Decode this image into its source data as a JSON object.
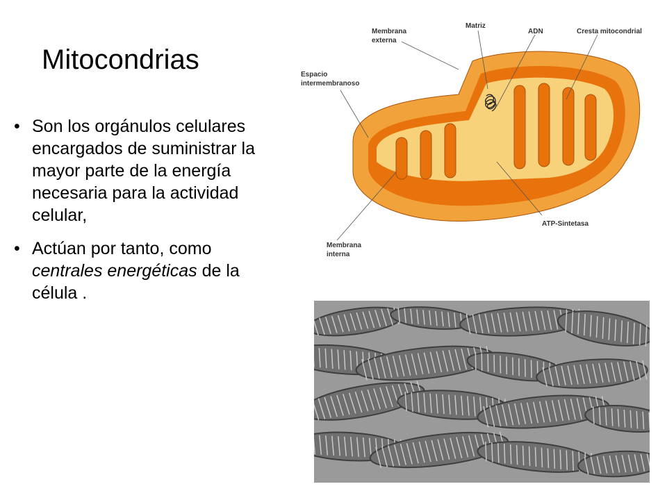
{
  "slide": {
    "title": "Mitocondrias",
    "bullets": [
      {
        "marker": "•",
        "text": "Son los orgánulos celulares encargados de suministrar la mayor parte de la energía necesaria para la actividad celular,"
      },
      {
        "marker": "•",
        "text_before": " Actúan por tanto, como ",
        "text_emphasis": "centrales energéticas",
        "text_after": " de la célula ."
      }
    ]
  },
  "diagram": {
    "labels": {
      "membrana_externa": [
        "Membrana",
        "externa"
      ],
      "matriz": "Matriz",
      "adn": "ADN",
      "cresta": "Cresta mitocondrial",
      "espacio": [
        "Espacio",
        "intermembranoso"
      ],
      "atp": "ATP-Sintetasa",
      "membrana_interna": [
        "Membrana",
        "interna"
      ]
    },
    "colors": {
      "outer_membrane": "#f2a23a",
      "inner_orange": "#e8730c",
      "matrix": "#f7d27a",
      "dark_edge": "#a8520a"
    }
  },
  "micrograph": {
    "colors": {
      "background": "#9a9a9a",
      "organelle": "#6f6f6f",
      "stripe": "#c9c9c9"
    }
  }
}
